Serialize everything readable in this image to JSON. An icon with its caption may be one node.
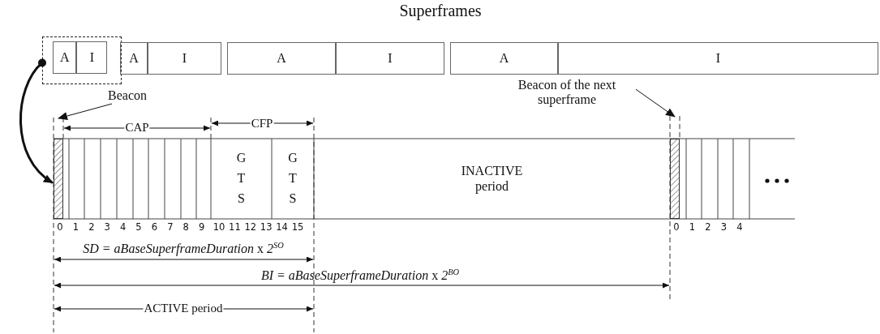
{
  "diagram": {
    "title": "Superframes",
    "nodes": [
      {
        "text": [],
        "shape": "box"
      },
      {
        "text": [
          "A"
        ],
        "in": 0
      },
      {
        "text": [
          "I"
        ],
        "in": 0
      },
      {
        "text": [
          "A"
        ]
      },
      {
        "text": [
          "I"
        ]
      },
      {
        "text": [
          "A"
        ]
      },
      {
        "text": [
          "I"
        ]
      },
      {
        "text": [
          "A"
        ]
      },
      {
        "text": [
          "I"
        ]
      },
      {
        "text": [
          "Beacon"
        ]
      },
      {
        "text": [
          "Beacon of the next superframe"
        ]
      },
      {
        "text": [],
        "shape": "bar"
      },
      {
        "text": [
          "G T S"
        ]
      },
      {
        "text": [
          "G T S"
        ]
      },
      {
        "text": [
          "INACTIVE period"
        ]
      },
      {
        "text": [],
        "shape": "bar"
      }
    ],
    "edges": [
      {
        "from": 0,
        "to": 11,
        "arrow": "to",
        "style": "thick"
      },
      {
        "from": 9,
        "to": 11,
        "arrow": "to"
      },
      {
        "from": 10,
        "to": 15,
        "arrow": "to"
      }
    ],
    "labels": [
      "CFP",
      "CAP",
      "0",
      "1",
      "2",
      "3",
      "4",
      "5",
      "6",
      "7",
      "8",
      "9",
      "10",
      "11",
      "12",
      "13",
      "14",
      "15",
      "0",
      "1",
      "2",
      "3",
      "4",
      "*SD = aBaseSuperframeDuration* x *2*$^{SO}$",
      "*BI = aBaseSuperframeDuration* x *2*$^{BO}$",
      "ACTIVE period"
    ]
  }
}
